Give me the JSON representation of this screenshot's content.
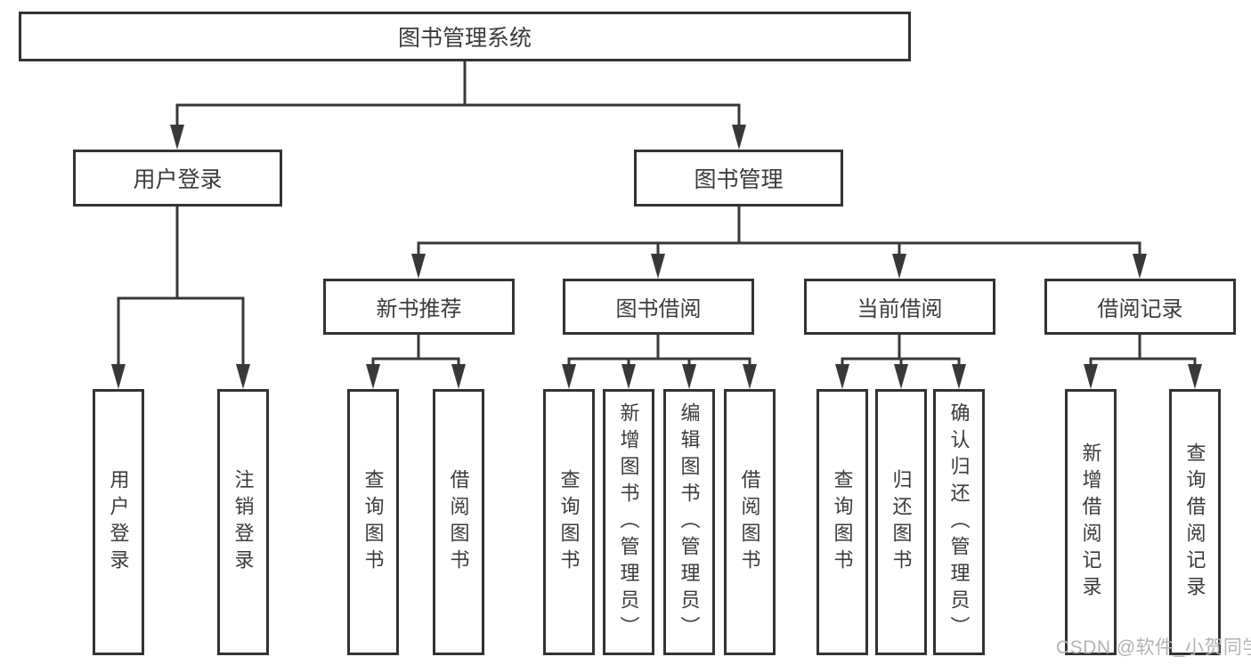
{
  "tree": {
    "root": "图书管理系统",
    "level2": [
      {
        "label": "用户登录",
        "leaves": [
          "用户登录",
          "注销登录"
        ]
      },
      {
        "label": "图书管理",
        "groups": [
          {
            "label": "新书推荐",
            "leaves": [
              "查询图书",
              "借阅图书"
            ]
          },
          {
            "label": "图书借阅",
            "leaves": [
              "查询图书",
              "新增图书（管理员）",
              "编辑图书（管理员）",
              "借阅图书"
            ]
          },
          {
            "label": "当前借阅",
            "leaves": [
              "查询图书",
              "归还图书",
              "确认归还（管理员）"
            ]
          },
          {
            "label": "借阅记录",
            "leaves": [
              "新增借阅记录",
              "查询借阅记录"
            ]
          }
        ]
      }
    ]
  },
  "watermark": "CSDN @软件_小贺同学",
  "colors": {
    "line": "#383838",
    "box_border": "#333333",
    "box_fill": "#ffffff",
    "text": "#3b3b3b",
    "watermark": "#b3b3b3",
    "background": "#ffffff"
  }
}
